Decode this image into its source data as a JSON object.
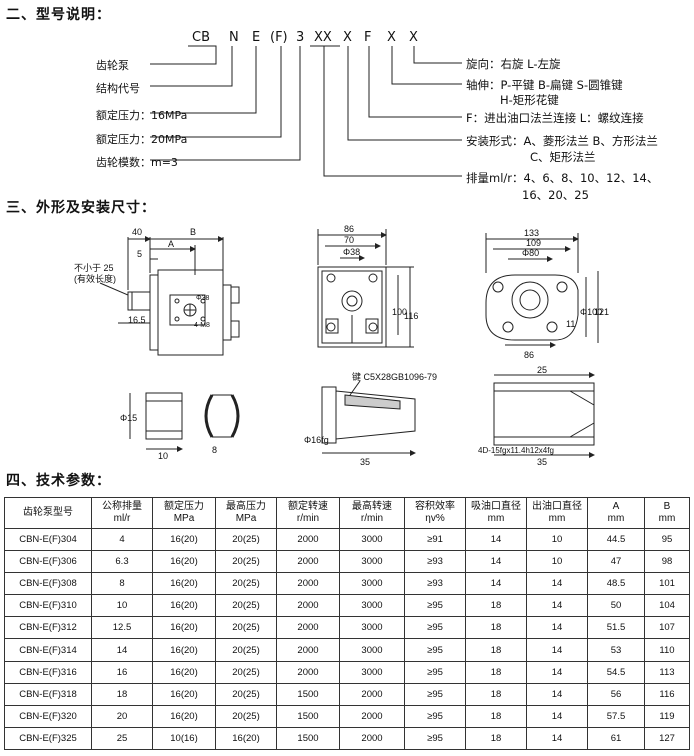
{
  "sections": {
    "model": "二、型号说明：",
    "dims": "三、外形及安装尺寸：",
    "params": "四、技术参数："
  },
  "model_code": [
    "CB",
    "N",
    "E",
    "(F)",
    "3",
    "XX",
    "X",
    "F",
    "X",
    "X"
  ],
  "left_labels": [
    "齿轮泵",
    "结构代号",
    "额定压力：16MPa",
    "额定压力：20MPa",
    "齿轮模数：m=3"
  ],
  "right_labels": [
    "旋向：右旋  L-左旋",
    "轴伸：P-平键  B-扁键  S-圆锥键",
    "H-矩形花键",
    "F：进出油口法兰连接  L：螺纹连接",
    "安装形式：A、菱形法兰 B、方形法兰",
    "C、矩形法兰",
    "排量ml/r：4、6、8、10、12、14、",
    "16、20、25"
  ],
  "drawing_labels": {
    "d40": "40",
    "dB": "B",
    "dA": "A",
    "d5": "5",
    "min25a": "不小于 25",
    "min25b": "(有效长度)",
    "d16_5": "16.5",
    "phi38s": "Φ38",
    "m8": "4-M8",
    "d86": "86",
    "d70": "70",
    "phi38": "Φ38",
    "d100": "100",
    "d116": "116",
    "d133": "133",
    "d109": "109",
    "phi80": "Φ80",
    "phi100": "Φ100",
    "d11": "11",
    "d121": "121",
    "d86b": "86",
    "phi15": "Φ15",
    "d10": "10",
    "d8": "8",
    "key": "键 C5X28GB1096-79",
    "phi16fg": "Φ16fg",
    "d35": "35",
    "d25": "25",
    "spline": "4D-15fgx11.4h12x4fg",
    "d35b": "35"
  },
  "table": {
    "headers": [
      [
        "齿轮泵型号",
        ""
      ],
      [
        "公称排量",
        "ml/r"
      ],
      [
        "额定压力",
        "MPa"
      ],
      [
        "最高压力",
        "MPa"
      ],
      [
        "额定转速",
        "r/min"
      ],
      [
        "最高转速",
        "r/min"
      ],
      [
        "容积效率",
        "ηv%"
      ],
      [
        "吸油口直径",
        "mm"
      ],
      [
        "出油口直径",
        "mm"
      ],
      [
        "A",
        "mm"
      ],
      [
        "B",
        "mm"
      ]
    ],
    "rows": [
      [
        "CBN-E(F)304",
        "4",
        "16(20)",
        "20(25)",
        "2000",
        "3000",
        "≥91",
        "14",
        "10",
        "44.5",
        "95"
      ],
      [
        "CBN-E(F)306",
        "6.3",
        "16(20)",
        "20(25)",
        "2000",
        "3000",
        "≥93",
        "14",
        "10",
        "47",
        "98"
      ],
      [
        "CBN-E(F)308",
        "8",
        "16(20)",
        "20(25)",
        "2000",
        "3000",
        "≥93",
        "14",
        "14",
        "48.5",
        "101"
      ],
      [
        "CBN-E(F)310",
        "10",
        "16(20)",
        "20(25)",
        "2000",
        "3000",
        "≥95",
        "18",
        "14",
        "50",
        "104"
      ],
      [
        "CBN-E(F)312",
        "12.5",
        "16(20)",
        "20(25)",
        "2000",
        "3000",
        "≥95",
        "18",
        "14",
        "51.5",
        "107"
      ],
      [
        "CBN-E(F)314",
        "14",
        "16(20)",
        "20(25)",
        "2000",
        "3000",
        "≥95",
        "18",
        "14",
        "53",
        "110"
      ],
      [
        "CBN-E(F)316",
        "16",
        "16(20)",
        "20(25)",
        "2000",
        "3000",
        "≥95",
        "18",
        "14",
        "54.5",
        "113"
      ],
      [
        "CBN-E(F)318",
        "18",
        "16(20)",
        "20(25)",
        "1500",
        "2000",
        "≥95",
        "18",
        "14",
        "56",
        "116"
      ],
      [
        "CBN-E(F)320",
        "20",
        "16(20)",
        "20(25)",
        "1500",
        "2000",
        "≥95",
        "18",
        "14",
        "57.5",
        "119"
      ],
      [
        "CBN-E(F)325",
        "25",
        "10(16)",
        "16(20)",
        "1500",
        "2000",
        "≥95",
        "18",
        "14",
        "61",
        "127"
      ]
    ]
  }
}
